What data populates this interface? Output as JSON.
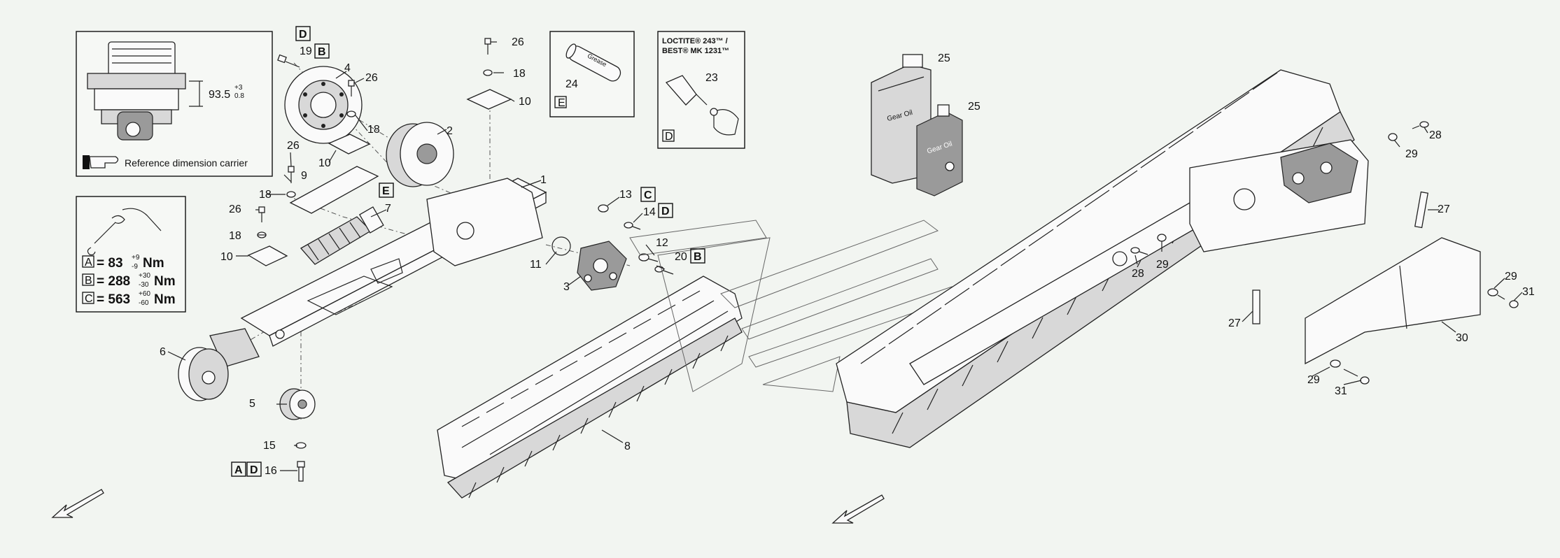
{
  "callouts": {
    "c1": "1",
    "c2": "2",
    "c3": "3",
    "c4": "4",
    "c5": "5",
    "c6": "6",
    "c7": "7",
    "c8": "8",
    "c9": "9",
    "c10a": "10",
    "c10b": "10",
    "c10c": "10",
    "c11": "11",
    "c12": "12",
    "c13": "13",
    "c14": "14",
    "c15": "15",
    "c16": "16",
    "c18a": "18",
    "c18b": "18",
    "c18c": "18",
    "c18d": "18",
    "c19": "19",
    "c20": "20",
    "c23": "23",
    "c24": "24",
    "c25a": "25",
    "c25b": "25",
    "c26a": "26",
    "c26b": "26",
    "c26c": "26",
    "c26d": "26",
    "c27a": "27",
    "c27b": "27",
    "c28a": "28",
    "c28b": "28",
    "c29a": "29",
    "c29b": "29",
    "c29c": "29",
    "c29d": "29",
    "c30": "30",
    "c31a": "31",
    "c31b": "31"
  },
  "boxes": {
    "D_top": "D",
    "B_19": "B",
    "E_7": "E",
    "C_13": "C",
    "D_14": "D",
    "B_20": "B",
    "E_grease": "E",
    "D_loctite": "D",
    "A_16": "A",
    "D_16": "D"
  },
  "reference_panel": {
    "caption": "Reference dimension carrier",
    "dimension": "93.5",
    "tol_plus": "+3",
    "tol_minus": "0.8"
  },
  "torque_panel": {
    "rows": [
      {
        "key": "A",
        "eq": "= 83",
        "plus": "+9",
        "minus": "-9",
        "unit": "Nm"
      },
      {
        "key": "B",
        "eq": "= 288",
        "plus": "+30",
        "minus": "-30",
        "unit": "Nm"
      },
      {
        "key": "C",
        "eq": "= 563",
        "plus": "+60",
        "minus": "-60",
        "unit": "Nm"
      }
    ]
  },
  "grease_panel": {
    "tube_text": "Grease"
  },
  "loctite_panel": {
    "line1": "LOCTITE® 243™ /",
    "line2": "BEST® MK 1231™"
  },
  "gear_oil": {
    "can_text": "Gear Oil",
    "bottle_text": "Gear Oil"
  },
  "colors": {
    "line": "#222222",
    "background": "#f2f5f1",
    "shade": "#d8d8d8"
  }
}
